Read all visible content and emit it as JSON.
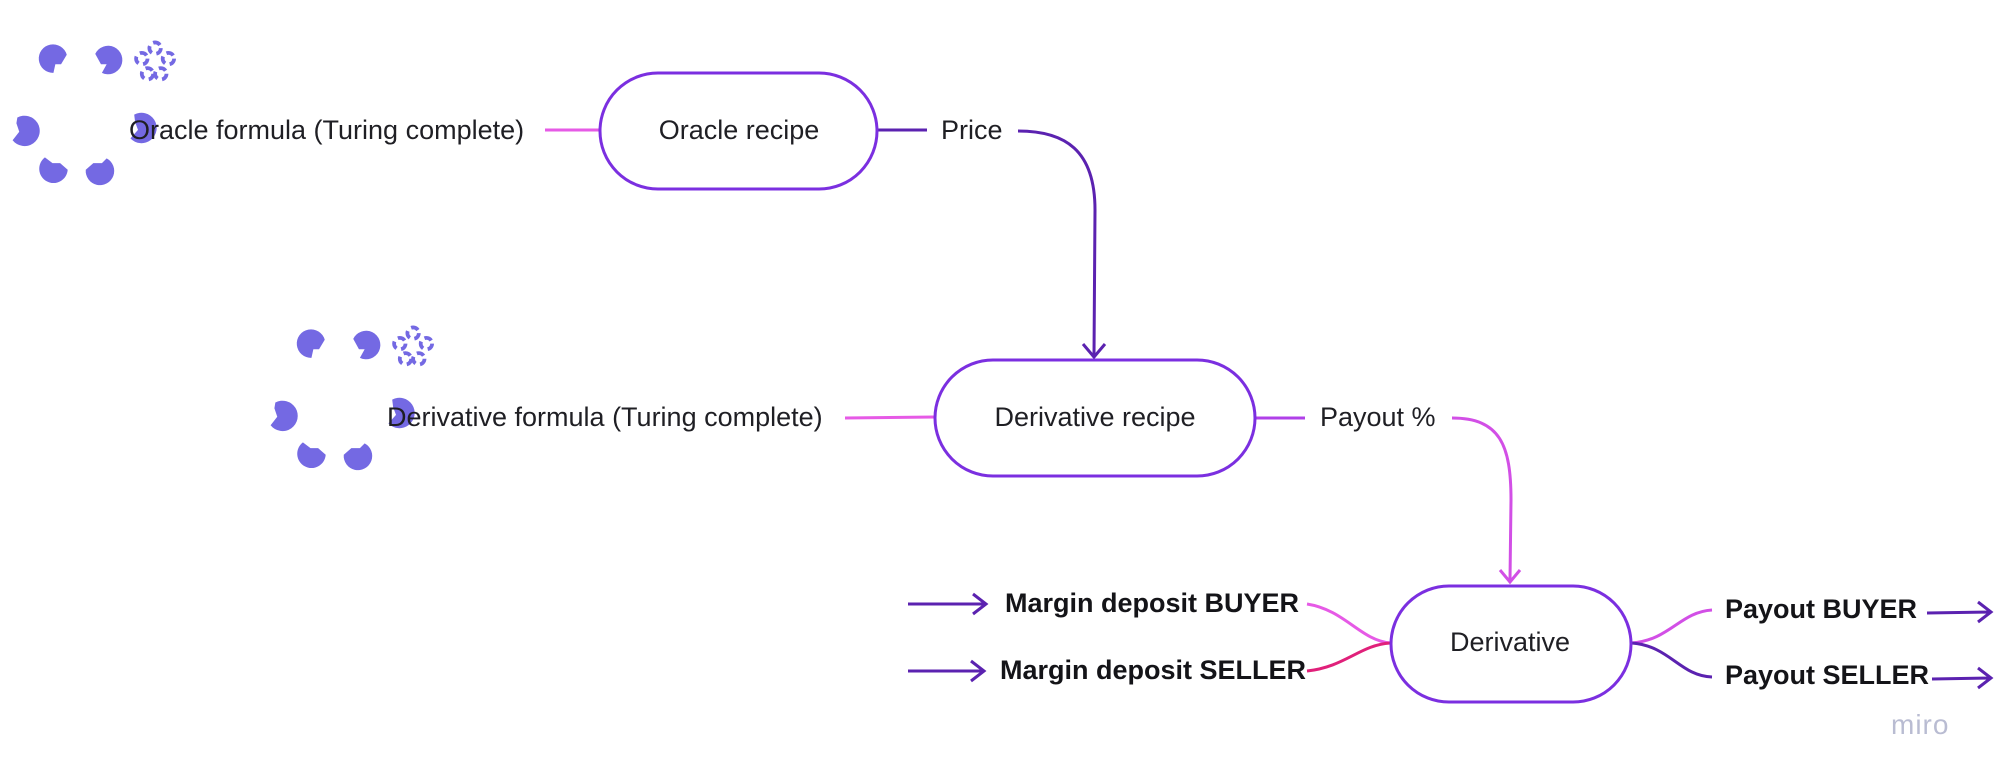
{
  "nodes": {
    "oracle_formula": "Oracle formula (Turing complete)",
    "oracle_recipe": "Oracle recipe",
    "price": "Price",
    "derivative_formula": "Derivative formula (Turing complete)",
    "derivative_recipe": "Derivative recipe",
    "payout_pct": "Payout %",
    "margin_buyer": "Margin deposit BUYER",
    "margin_seller": "Margin deposit SELLER",
    "derivative": "Derivative",
    "payout_buyer": "Payout BUYER",
    "payout_seller": "Payout SELLER"
  },
  "watermark": "miro",
  "icons": {
    "formula_icon": "brain-ai-icon"
  },
  "colors": {
    "node_border": "#7b2fe0",
    "pink_line": "#e65ae6",
    "magenta_line": "#e0207a",
    "dark_purple_line": "#5b22b0",
    "icon": "#7469e3"
  }
}
